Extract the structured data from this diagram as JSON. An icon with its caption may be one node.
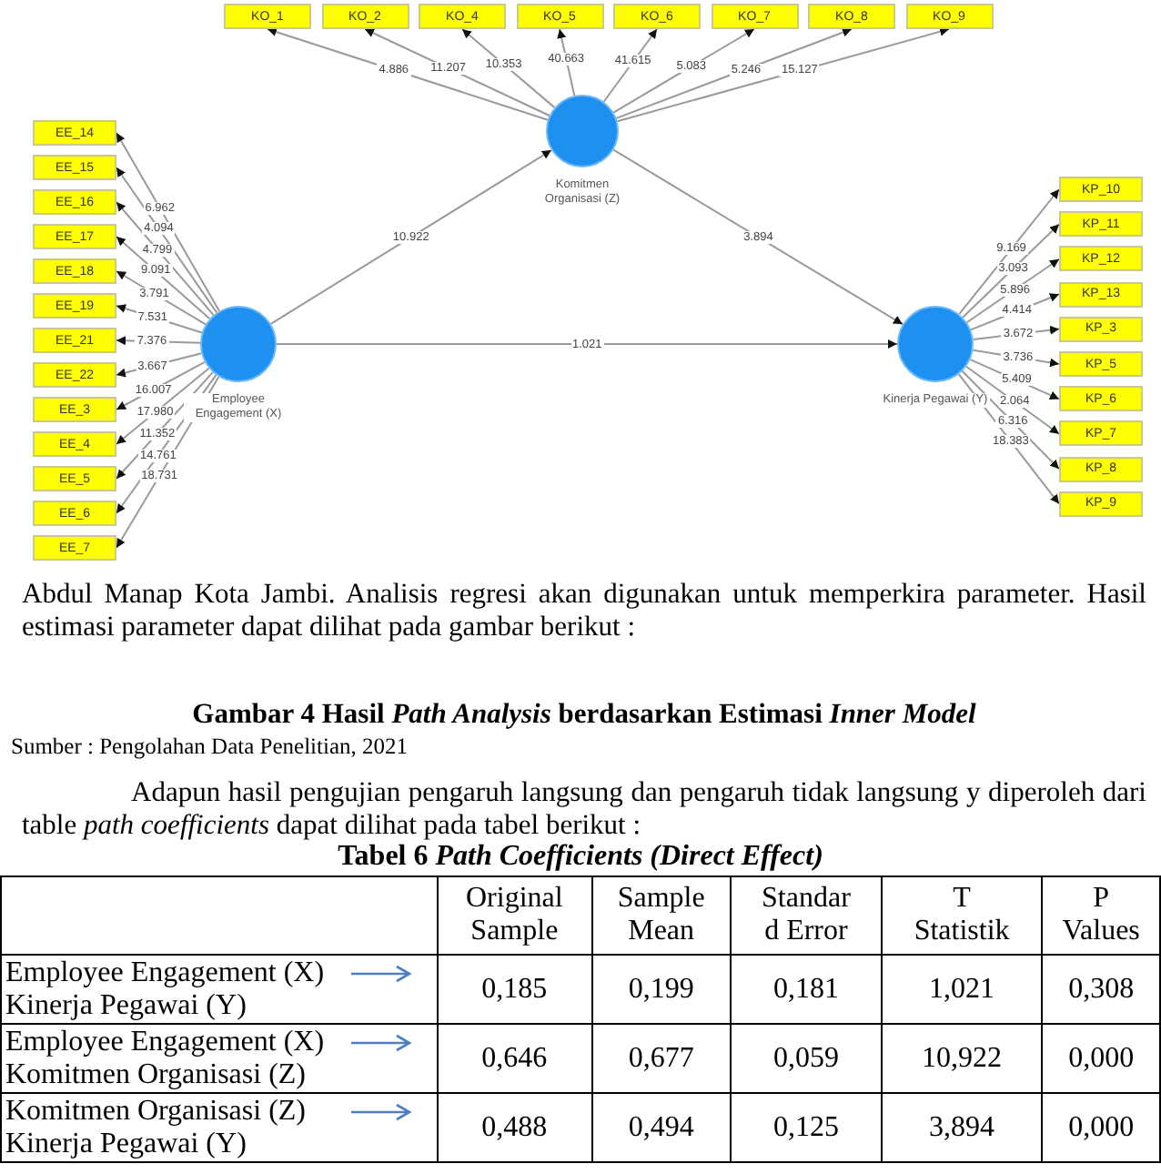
{
  "diagram": {
    "caption": "Gambar 4 Hasil *Path Analysis* berdasarkan Estimasi *Inner Model*",
    "nodes": [
      {
        "text": [
          "KO_1"
        ]
      },
      {
        "text": [
          "KO_2"
        ]
      },
      {
        "text": [
          "KO_4"
        ]
      },
      {
        "text": [
          "KO_5"
        ]
      },
      {
        "text": [
          "KO_6"
        ]
      },
      {
        "text": [
          "KO_7"
        ]
      },
      {
        "text": [
          "KO_8"
        ]
      },
      {
        "text": [
          "KO_9"
        ]
      },
      {
        "text": [],
        "shape": "circle",
        "beside": [
          "Komitmen Organisasi (Z)"
        ]
      },
      {
        "text": [
          "EE_14"
        ]
      },
      {
        "text": [
          "EE_15"
        ]
      },
      {
        "text": [
          "EE_16"
        ]
      },
      {
        "text": [
          "EE_17"
        ]
      },
      {
        "text": [
          "EE_18"
        ]
      },
      {
        "text": [
          "EE_19"
        ]
      },
      {
        "text": [
          "EE_21"
        ]
      },
      {
        "text": [
          "EE_22"
        ]
      },
      {
        "text": [
          "EE_3"
        ]
      },
      {
        "text": [
          "EE_4"
        ]
      },
      {
        "text": [
          "EE_5"
        ]
      },
      {
        "text": [
          "EE_6"
        ]
      },
      {
        "text": [
          "EE_7"
        ]
      },
      {
        "text": [],
        "shape": "circle",
        "beside": [
          "Employee Engagement (X)"
        ]
      },
      {
        "text": [],
        "shape": "circle",
        "beside": [
          "Kinerja Pegawai (Y)"
        ]
      },
      {
        "text": [
          "KP_10"
        ]
      },
      {
        "text": [
          "KP_11"
        ]
      },
      {
        "text": [
          "KP_12"
        ]
      },
      {
        "text": [
          "KP_13"
        ]
      },
      {
        "text": [
          "KP_3"
        ]
      },
      {
        "text": [
          "KP_5"
        ]
      },
      {
        "text": [
          "KP_6"
        ]
      },
      {
        "text": [
          "KP_7"
        ]
      },
      {
        "text": [
          "KP_8"
        ]
      },
      {
        "text": [
          "KP_9"
        ]
      }
    ],
    "edges": [
      {
        "from": 8,
        "to": 0,
        "arrow": "to",
        "label": "4.886"
      },
      {
        "from": 8,
        "to": 1,
        "arrow": "to",
        "label": "11.207"
      },
      {
        "from": 8,
        "to": 2,
        "arrow": "to",
        "label": "10.353"
      },
      {
        "from": 8,
        "to": 3,
        "arrow": "to",
        "label": "40.663"
      },
      {
        "from": 8,
        "to": 4,
        "arrow": "to",
        "label": "41.615"
      },
      {
        "from": 8,
        "to": 5,
        "arrow": "to",
        "label": "5.083"
      },
      {
        "from": 8,
        "to": 6,
        "arrow": "to",
        "label": "5.246"
      },
      {
        "from": 8,
        "to": 7,
        "arrow": "to",
        "label": "15.127"
      },
      {
        "from": 22,
        "to": 9,
        "arrow": "to",
        "label": "6.962"
      },
      {
        "from": 22,
        "to": 10,
        "arrow": "to",
        "label": "4.094"
      },
      {
        "from": 22,
        "to": 11,
        "arrow": "to",
        "label": "4.799"
      },
      {
        "from": 22,
        "to": 12,
        "arrow": "to",
        "label": "9.091"
      },
      {
        "from": 22,
        "to": 13,
        "arrow": "to",
        "label": "3.791"
      },
      {
        "from": 22,
        "to": 14,
        "arrow": "to",
        "label": "7.531"
      },
      {
        "from": 22,
        "to": 15,
        "arrow": "to",
        "label": "7.376"
      },
      {
        "from": 22,
        "to": 16,
        "arrow": "to",
        "label": "3.667"
      },
      {
        "from": 22,
        "to": 17,
        "arrow": "to",
        "label": "16.007"
      },
      {
        "from": 22,
        "to": 18,
        "arrow": "to",
        "label": "17.980"
      },
      {
        "from": 22,
        "to": 19,
        "arrow": "to",
        "label": "11.352"
      },
      {
        "from": 22,
        "to": 20,
        "arrow": "to",
        "label": "14.761"
      },
      {
        "from": 22,
        "to": 21,
        "arrow": "to",
        "label": "18.731"
      },
      {
        "from": 22,
        "to": 8,
        "arrow": "to",
        "label": "10.922"
      },
      {
        "from": 8,
        "to": 23,
        "arrow": "to",
        "label": "3.894"
      },
      {
        "from": 22,
        "to": 23,
        "arrow": "to",
        "label": "1.021"
      },
      {
        "from": 23,
        "to": 24,
        "arrow": "to",
        "label": "9.169"
      },
      {
        "from": 23,
        "to": 25,
        "arrow": "to",
        "label": "3.093"
      },
      {
        "from": 23,
        "to": 26,
        "arrow": "to",
        "label": "5.896"
      },
      {
        "from": 23,
        "to": 27,
        "arrow": "to",
        "label": "4.414"
      },
      {
        "from": 23,
        "to": 28,
        "arrow": "to",
        "label": "3.672"
      },
      {
        "from": 23,
        "to": 29,
        "arrow": "to",
        "label": "3.736"
      },
      {
        "from": 23,
        "to": 30,
        "arrow": "to",
        "label": "5.409"
      },
      {
        "from": 23,
        "to": 31,
        "arrow": "to",
        "label": "2.064"
      },
      {
        "from": 23,
        "to": 32,
        "arrow": "to",
        "label": "6.316"
      },
      {
        "from": 23,
        "to": 33,
        "arrow": "to",
        "label": "18.383"
      }
    ],
    "labels": [
      "Abdul Manap Kota Jambi. Analisis regresi akan digunakan untuk memperkira parameter. Hasil estimasi parameter dapat dilihat pada gambar berikut :",
      "Sumber : Pengolahan Data Penelitian, 2021",
      "Adapun hasil pengujian pengaruh langsung dan pengaruh tidak langsung y diperoleh dari table *path coefficients* dapat dilihat pada tabel berikut :",
      "Tabel 6 *Path Coefficients (Direct Effect)*",
      "Original Sample",
      "Sample Mean",
      "Standar d Error",
      "T Statistik",
      "P Values",
      "Employee Engagement (X) Kinerja Pegawai (Y)",
      "0,185",
      "0,199",
      "0,181",
      "1,021",
      "0,308",
      "Employee Engagement (X) Komitmen Organisasi (Z)",
      "0,646",
      "0,677",
      "0,059",
      "10,922",
      "0,000",
      "Komitmen Organisasi (Z) Kinerja Pegawai (Y)",
      "0,488",
      "0,494",
      "0,125",
      "3,894",
      "0,000"
    ]
  }
}
